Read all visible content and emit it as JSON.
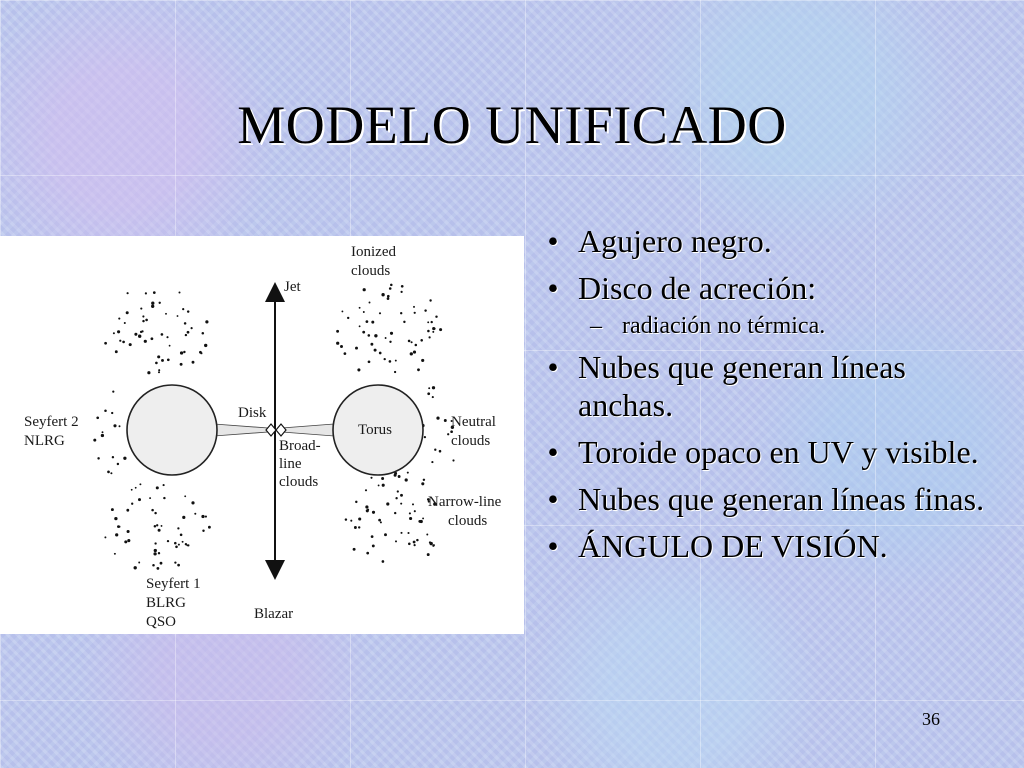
{
  "slide": {
    "title": "MODELO UNIFICADO",
    "page_number": "36"
  },
  "bullets": [
    {
      "level": 1,
      "text": "Agujero negro."
    },
    {
      "level": 1,
      "text": "Disco de acreción:"
    },
    {
      "level": 2,
      "text": "radiación no térmica."
    },
    {
      "level": 1,
      "text": "Nubes que generan líneas anchas."
    },
    {
      "level": 1,
      "text": "Toroide opaco en UV y visible."
    },
    {
      "level": 1,
      "text": "Nubes que generan líneas finas."
    },
    {
      "level": 1,
      "text": "ÁNGULO DE VISIÓN."
    }
  ],
  "diagram": {
    "labels": {
      "ionized": [
        "Ionized",
        "clouds"
      ],
      "jet": "Jet",
      "disk": "Disk",
      "torus": "Torus",
      "seyfert2": [
        "Seyfert 2",
        "NLRG"
      ],
      "neutral": [
        "Neutral",
        "clouds"
      ],
      "broad": [
        "Broad-",
        "line",
        "clouds"
      ],
      "narrow": [
        "Narrow-line",
        "clouds"
      ],
      "seyfert1": [
        "Seyfert 1",
        "BLRG",
        "QSO"
      ],
      "blazar": "Blazar"
    }
  }
}
